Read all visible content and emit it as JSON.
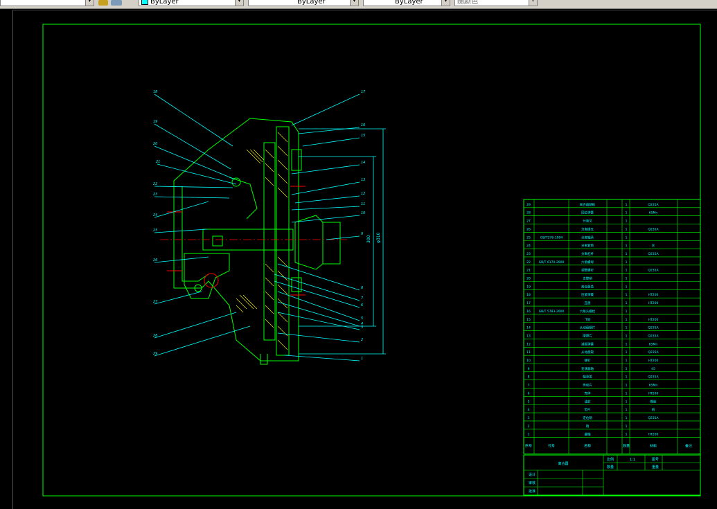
{
  "toolbar": {
    "combo_left_value": "",
    "color_combo_value": "ByLayer",
    "linetype_combo_value": "ByLayer",
    "lineweight_combo_value": "ByLayer",
    "plotstyle_combo_value": "随颜色"
  },
  "colors": {
    "frame": "#00ff00",
    "leader": "#00ffff",
    "part": "#00ff00",
    "hatch": "#ffff00",
    "center": "#ff0000",
    "canvas_bg": "#000000"
  },
  "drawing": {
    "leader_labels_left": [
      "18",
      "19",
      "20",
      "21",
      "22",
      "23",
      "24",
      "25",
      "26",
      "27",
      "28",
      "29"
    ],
    "leader_labels_right": [
      "17",
      "16",
      "15",
      "14",
      "13",
      "12",
      "11",
      "10",
      "9",
      "8",
      "7",
      "6",
      "5",
      "4",
      "3",
      "2",
      "1"
    ],
    "dimension_labels": [
      "300",
      "φ310"
    ]
  },
  "parts_table": {
    "rows": [
      {
        "no": "29",
        "std": "",
        "name": "离合器踏板",
        "qty": "1",
        "material": "Q235A"
      },
      {
        "no": "28",
        "std": "",
        "name": "回位弹簧",
        "qty": "1",
        "material": "65Mn"
      },
      {
        "no": "27",
        "std": "",
        "name": "分离叉",
        "qty": "1",
        "material": ""
      },
      {
        "no": "26",
        "std": "",
        "name": "分离拨叉",
        "qty": "1",
        "material": "Q235A"
      },
      {
        "no": "25",
        "std": "GB/T276-1994",
        "name": "分离轴承",
        "qty": "1",
        "material": ""
      },
      {
        "no": "24",
        "std": "",
        "name": "分离套筒",
        "qty": "1",
        "material": "灰"
      },
      {
        "no": "23",
        "std": "",
        "name": "分离杠杆",
        "qty": "1",
        "material": "Q235A"
      },
      {
        "no": "22",
        "std": "GB/T 6170-2000",
        "name": "六角螺母",
        "qty": "1",
        "material": ""
      },
      {
        "no": "21",
        "std": "",
        "name": "调整螺钉",
        "qty": "1",
        "material": "Q235A"
      },
      {
        "no": "20",
        "std": "",
        "name": "支撑销",
        "qty": "1",
        "material": ""
      },
      {
        "no": "19",
        "std": "",
        "name": "离合器盖",
        "qty": "1",
        "material": ""
      },
      {
        "no": "18",
        "std": "",
        "name": "压紧弹簧",
        "qty": "1",
        "material": "HT200"
      },
      {
        "no": "17",
        "std": "",
        "name": "压盘",
        "qty": "1",
        "material": "HT200"
      },
      {
        "no": "16",
        "std": "GB/T 5783-2000",
        "name": "六角头螺栓",
        "qty": "1",
        "material": ""
      },
      {
        "no": "15",
        "std": "",
        "name": "飞轮",
        "qty": "1",
        "material": "HT200"
      },
      {
        "no": "14",
        "std": "",
        "name": "从动盘钢片",
        "qty": "1",
        "material": "Q235A"
      },
      {
        "no": "13",
        "std": "",
        "name": "摩擦片",
        "qty": "1",
        "material": "Q235A"
      },
      {
        "no": "12",
        "std": "",
        "name": "减振弹簧",
        "qty": "1",
        "material": "65Mn"
      },
      {
        "no": "11",
        "std": "",
        "name": "从动盘毂",
        "qty": "1",
        "material": "Q235A"
      },
      {
        "no": "10",
        "std": "",
        "name": "铆钉",
        "qty": "1",
        "material": "HT200"
      },
      {
        "no": "9",
        "std": "",
        "name": "变速器轴",
        "qty": "1",
        "material": "45"
      },
      {
        "no": "8",
        "std": "",
        "name": "轴承盖",
        "qty": "1",
        "material": "Q235A"
      },
      {
        "no": "7",
        "std": "",
        "name": "传动片",
        "qty": "1",
        "material": "65Mn"
      },
      {
        "no": "6",
        "std": "",
        "name": "壳体",
        "qty": "1",
        "material": "HT200"
      },
      {
        "no": "5",
        "std": "",
        "name": "油封",
        "qty": "1",
        "material": "橡胶"
      },
      {
        "no": "4",
        "std": "",
        "name": "垫片",
        "qty": "1",
        "material": "纸"
      },
      {
        "no": "3",
        "std": "",
        "name": "定位销",
        "qty": "1",
        "material": "Q235A"
      },
      {
        "no": "2",
        "std": "",
        "name": "销",
        "qty": "1",
        "material": ""
      },
      {
        "no": "1",
        "std": "",
        "name": "曲轴",
        "qty": "1",
        "material": "HT200"
      }
    ],
    "header": {
      "no": "序号",
      "std": "代号",
      "name": "名称",
      "qty": "数量",
      "material": "材料",
      "note": "备注"
    },
    "title_block": {
      "drawing_name": "离合器",
      "scale_label": "比例",
      "scale_value": "1:1",
      "sheet_label": "图号",
      "qty_label": "数量",
      "weight_label": "重量",
      "designer_label": "设计",
      "checker_label": "审核",
      "approver_label": "批准"
    }
  }
}
